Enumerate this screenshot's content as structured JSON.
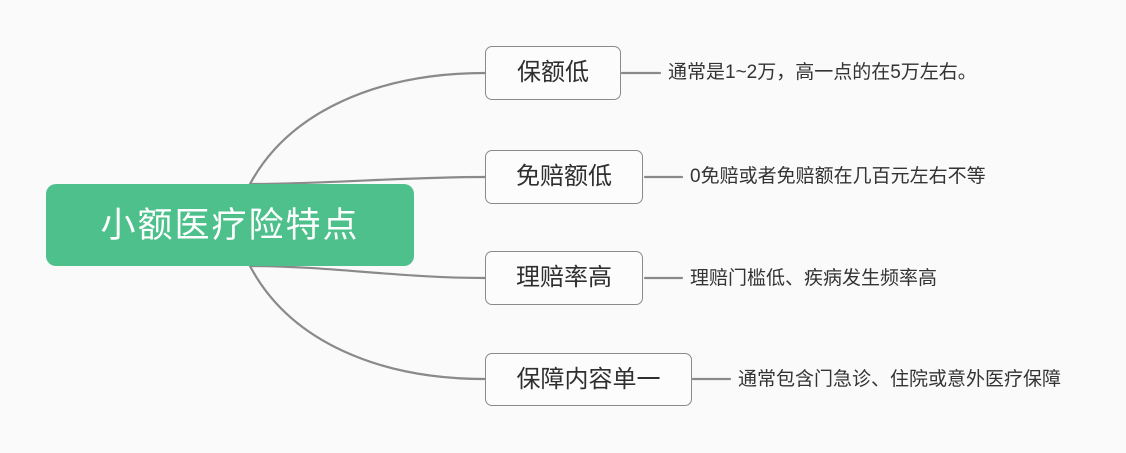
{
  "diagram": {
    "title": "小额医疗险特点",
    "root": {
      "label": "小额医疗险特点",
      "color": "#4ec08c",
      "text_color": "#ffffff"
    },
    "branches": [
      {
        "label": "保额低",
        "description": "通常是1~2万，高一点的在5万左右。"
      },
      {
        "label": "免赔额低",
        "description": "0免赔或者免赔额在几百元左右不等"
      },
      {
        "label": "理赔率高",
        "description": "理赔门槛低、疾病发生频率高"
      },
      {
        "label": "保障内容单一",
        "description": "通常包含门急诊、住院或意外医疗保障"
      }
    ],
    "style": {
      "background": "#fafafa",
      "line_color": "#8a8a8a",
      "node_border": "#8a8a8a",
      "node_background": "#fcfcfc",
      "node_text_color": "#2f2f2f",
      "description_text_color": "#333333"
    }
  }
}
